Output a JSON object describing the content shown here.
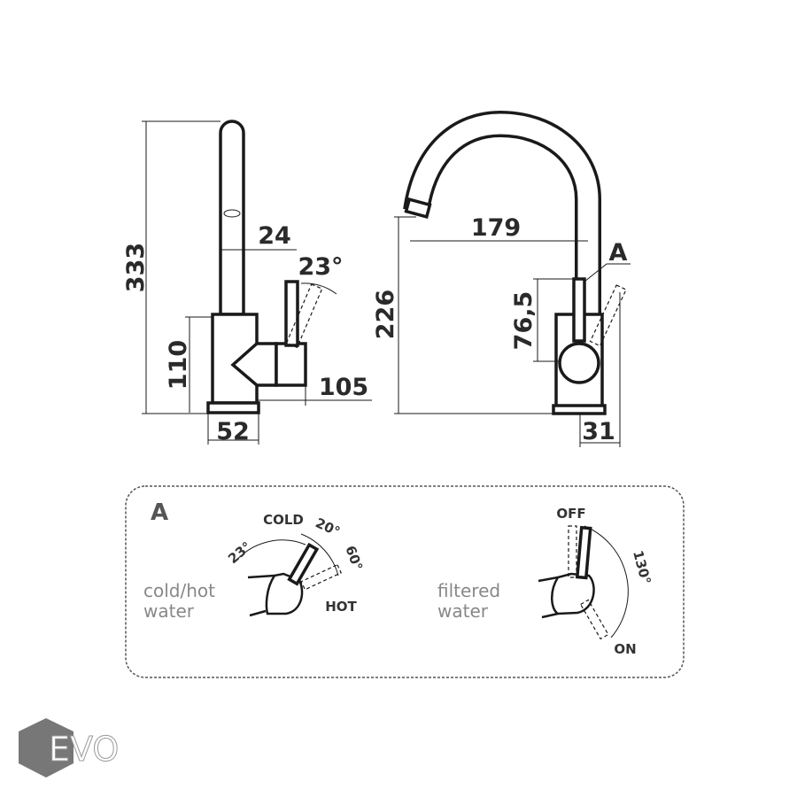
{
  "side_view": {
    "height_total": "333",
    "body_height": "110",
    "spout_diameter": "24",
    "handle_angle": "23°",
    "base_width": "52",
    "handle_reach": "105"
  },
  "front_view": {
    "spout_reach": "179",
    "spout_height": "226",
    "filter_lever_height": "76,5",
    "detail_marker": "A",
    "filter_lever_offset": "31"
  },
  "detail": {
    "title": "A",
    "mixer": {
      "label_line1": "cold/hot",
      "label_line2": "water",
      "cold": "COLD",
      "hot": "HOT",
      "angle_back": "23°",
      "angle_cold": "20°",
      "angle_hot": "60°"
    },
    "filter": {
      "label_line1": "filtered",
      "label_line2": "water",
      "off": "OFF",
      "on": "ON",
      "angle": "130°"
    }
  },
  "logo": {
    "text": "EVO"
  }
}
